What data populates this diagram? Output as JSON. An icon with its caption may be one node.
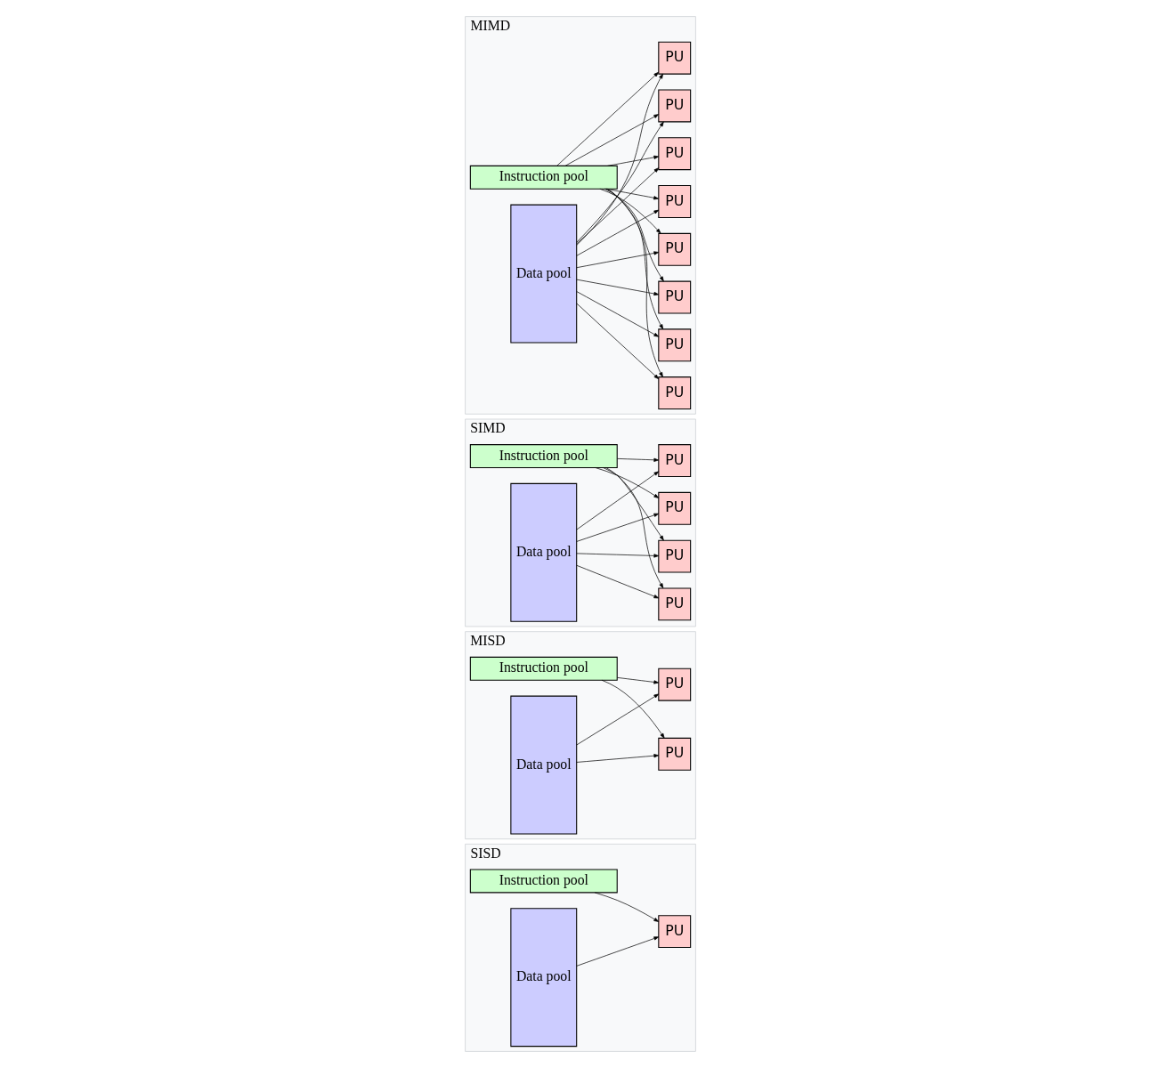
{
  "diagram": {
    "nodes": [
      {
        "text": [
          "SISD"
        ]
      },
      {
        "text": [
          "Instruction pool"
        ],
        "in": 0
      },
      {
        "text": [
          "Data pool"
        ],
        "in": 0
      },
      {
        "text": [
          "PU"
        ],
        "in": 0
      },
      {
        "text": [
          "MISD"
        ]
      },
      {
        "text": [
          "Instruction pool"
        ],
        "in": 4
      },
      {
        "text": [
          "Data pool"
        ],
        "in": 4
      },
      {
        "text": [
          "PU"
        ],
        "in": 4
      },
      {
        "text": [
          "PU"
        ],
        "in": 4
      },
      {
        "text": [
          "SIMD"
        ]
      },
      {
        "text": [
          "Instruction pool"
        ],
        "in": 9
      },
      {
        "text": [
          "Data pool"
        ],
        "in": 9
      },
      {
        "text": [
          "PU"
        ],
        "in": 9
      },
      {
        "text": [
          "PU"
        ],
        "in": 9
      },
      {
        "text": [
          "PU"
        ],
        "in": 9
      },
      {
        "text": [
          "PU"
        ],
        "in": 9
      },
      {
        "text": [
          "MIMD"
        ]
      },
      {
        "text": [
          "Instruction pool"
        ],
        "in": 16
      },
      {
        "text": [
          "Data pool"
        ],
        "in": 16
      },
      {
        "text": [
          "PU"
        ],
        "in": 16
      },
      {
        "text": [
          "PU"
        ],
        "in": 16
      },
      {
        "text": [
          "PU"
        ],
        "in": 16
      },
      {
        "text": [
          "PU"
        ],
        "in": 16
      },
      {
        "text": [
          "PU"
        ],
        "in": 16
      },
      {
        "text": [
          "PU"
        ],
        "in": 16
      },
      {
        "text": [
          "PU"
        ],
        "in": 16
      },
      {
        "text": [
          "PU"
        ],
        "in": 16
      }
    ],
    "edges": [
      {
        "from": 2,
        "to": 3,
        "arrow": "to"
      },
      {
        "from": 1,
        "to": 3,
        "arrow": "to"
      },
      {
        "from": 6,
        "to": 7,
        "arrow": "to"
      },
      {
        "from": 6,
        "to": 8,
        "arrow": "to"
      },
      {
        "from": 5,
        "to": 7,
        "arrow": "to"
      },
      {
        "from": 5,
        "to": 8,
        "arrow": "to"
      },
      {
        "from": 11,
        "to": 12,
        "arrow": "to"
      },
      {
        "from": 11,
        "to": 13,
        "arrow": "to"
      },
      {
        "from": 11,
        "to": 14,
        "arrow": "to"
      },
      {
        "from": 11,
        "to": 15,
        "arrow": "to"
      },
      {
        "from": 10,
        "to": 12,
        "arrow": "to"
      },
      {
        "from": 10,
        "to": 13,
        "arrow": "to"
      },
      {
        "from": 10,
        "to": 14,
        "arrow": "to"
      },
      {
        "from": 10,
        "to": 15,
        "arrow": "to"
      },
      {
        "from": 18,
        "to": 19,
        "arrow": "to"
      },
      {
        "from": 18,
        "to": 20,
        "arrow": "to"
      },
      {
        "from": 18,
        "to": 21,
        "arrow": "to"
      },
      {
        "from": 18,
        "to": 22,
        "arrow": "to"
      },
      {
        "from": 18,
        "to": 23,
        "arrow": "to"
      },
      {
        "from": 18,
        "to": 24,
        "arrow": "to"
      },
      {
        "from": 18,
        "to": 25,
        "arrow": "to"
      },
      {
        "from": 18,
        "to": 26,
        "arrow": "to"
      },
      {
        "from": 17,
        "to": 19,
        "arrow": "to"
      },
      {
        "from": 17,
        "to": 20,
        "arrow": "to"
      },
      {
        "from": 17,
        "to": 21,
        "arrow": "to"
      },
      {
        "from": 17,
        "to": 22,
        "arrow": "to"
      },
      {
        "from": 17,
        "to": 23,
        "arrow": "to"
      },
      {
        "from": 17,
        "to": 24,
        "arrow": "to"
      },
      {
        "from": 17,
        "to": 25,
        "arrow": "to"
      },
      {
        "from": 17,
        "to": 26,
        "arrow": "to"
      }
    ]
  }
}
